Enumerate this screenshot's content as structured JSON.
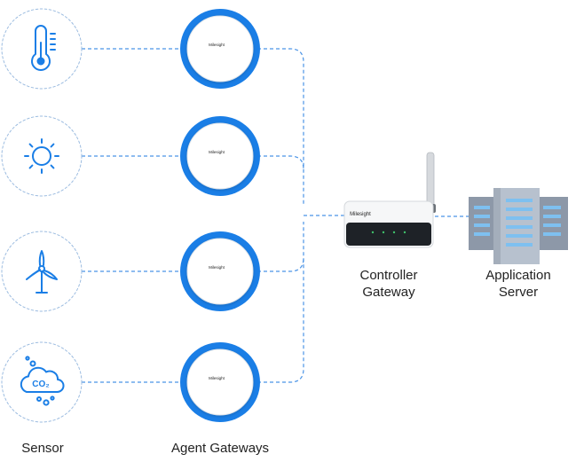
{
  "sensors": {
    "items": [
      {
        "icon": "thermometer-icon"
      },
      {
        "icon": "sun-icon"
      },
      {
        "icon": "wind-turbine-icon"
      },
      {
        "icon": "co2-cloud-icon",
        "text": "CO₂"
      }
    ],
    "label": "Sensor"
  },
  "agent_gateways": {
    "count": 4,
    "brand": "Milesight",
    "label": "Agent Gateways"
  },
  "controller_gateway": {
    "brand": "Milesight",
    "label_line1": "Controller",
    "label_line2": "Gateway"
  },
  "application_server": {
    "label_line1": "Application",
    "label_line2": "Server"
  },
  "colors": {
    "accent_blue": "#1a7ee6",
    "dashed_line": "#4b94e6",
    "sensor_circle": "#9cbce0",
    "server_dark": "#8d98a8",
    "server_light": "#b7c1ce",
    "server_slot": "#7ec0f0"
  }
}
